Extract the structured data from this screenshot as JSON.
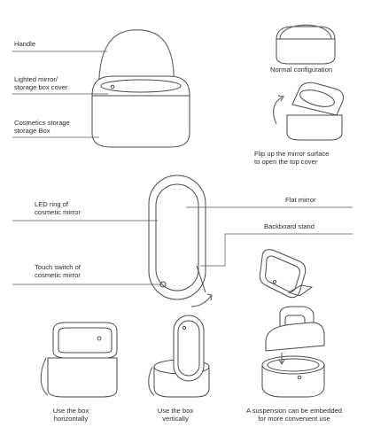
{
  "labels": {
    "handle": "Handle",
    "lighted_mirror_1": "Lighted mirror/",
    "lighted_mirror_2": "storage box cover",
    "cosmetics_1": "Cosmetics storage",
    "cosmetics_2": "storage Box",
    "normal_config": "Normal configuration",
    "flip_1": "Flip up the mirror surface",
    "flip_2": "to open the top cover",
    "led_1": "LED ring of",
    "led_2": "cosmetic mirror",
    "flat_mirror": "Flat mirror",
    "backboard": "Backboard stand",
    "touch_1": "Touch switch of",
    "touch_2": "cosmetic mirror",
    "horiz_1": "Use the box",
    "horiz_2": "horizontally",
    "vert_1": "Use the box",
    "vert_2": "vertically",
    "susp_1": "A suspension can be embedded",
    "susp_2": "for more convenient use"
  },
  "colors": {
    "outline": "#4a4a4a",
    "leader_line": "#555555",
    "text": "#2b2b2b",
    "background": "#ffffff"
  },
  "icons": [
    "curved-arrow-icon",
    "curved-arrow-icon",
    "down-arrow-icon"
  ]
}
